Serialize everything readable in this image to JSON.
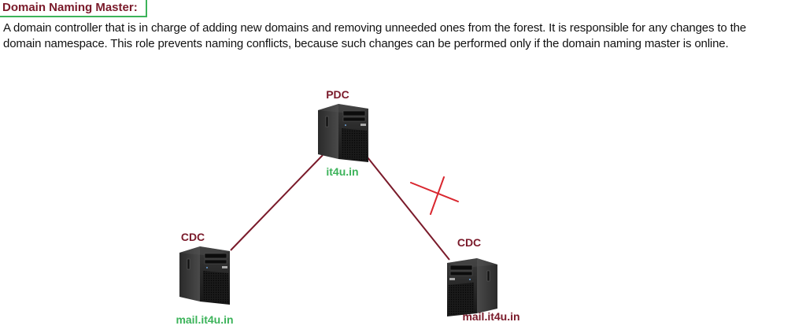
{
  "heading": "Domain Naming Master:",
  "description": {
    "line1": "A domain controller that is in charge of adding new domains and removing unneeded ones from the forest. It is responsible for any changes to the",
    "line2": "domain namespace. This role prevents naming conflicts, because such changes can be performed only if the domain naming master is online."
  },
  "diagram": {
    "nodes": [
      {
        "id": "pdc",
        "role": "PDC",
        "hostname": "it4u.in",
        "hostname_color": "#3cb35a",
        "icon": "server-tower-icon"
      },
      {
        "id": "cdc-left",
        "role": "CDC",
        "hostname": "mail.it4u.in",
        "hostname_color": "#3cb35a",
        "icon": "server-tower-icon"
      },
      {
        "id": "cdc-right",
        "role": "CDC",
        "hostname": "mail.it4u.in",
        "hostname_color": "#7a1a2a",
        "icon": "server-tower-icon"
      }
    ],
    "links": [
      {
        "from": "pdc",
        "to": "cdc-left",
        "status": "connected"
      },
      {
        "from": "pdc",
        "to": "cdc-right",
        "status": "broken",
        "marker": "cross-icon"
      }
    ],
    "colors": {
      "role_label": "#7a1a2a",
      "link_line": "#7a1a2a",
      "broken_marker": "#d9262e",
      "heading_border": "#3cb35a"
    }
  }
}
